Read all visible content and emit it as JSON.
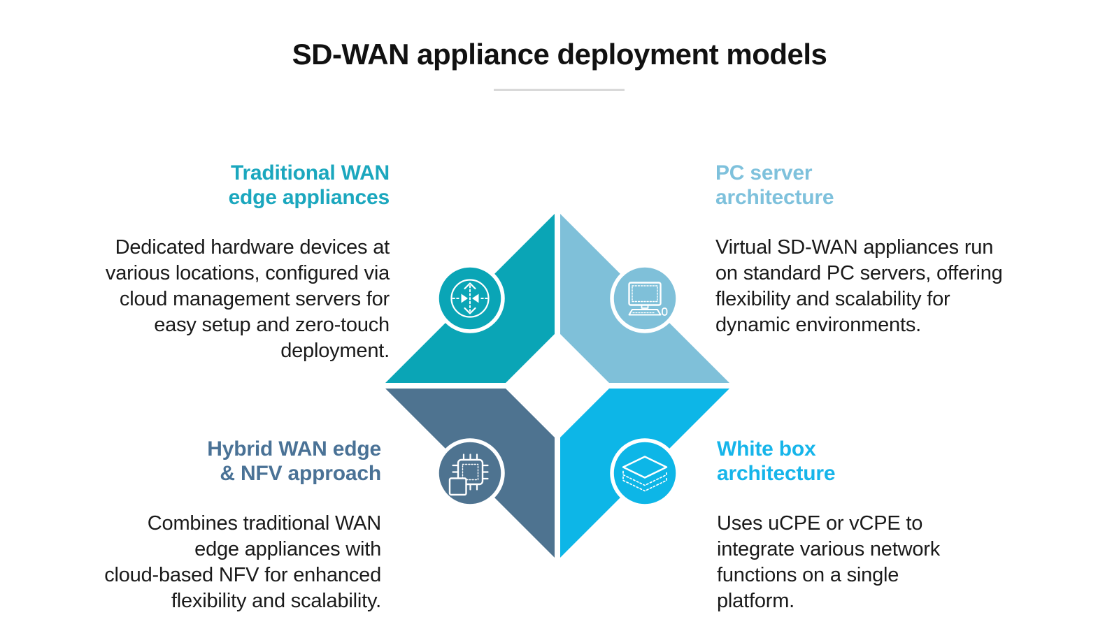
{
  "title": "SD-WAN appliance deployment models",
  "colors": {
    "title": "#111111",
    "body_text": "#1A1A1A",
    "divider": "#D9D9D9",
    "background": "#FFFFFF",
    "icon_stroke": "#FFFFFF"
  },
  "quadrants": {
    "traditional": {
      "heading_lines": [
        "Traditional WAN",
        "edge appliances"
      ],
      "heading_color": "#1BA7BE",
      "fill_color": "#0AA5B6",
      "icon": "router-arrows-icon",
      "body_lines": [
        "Dedicated hardware devices at",
        "various locations, configured via",
        "cloud management servers for",
        "easy setup and zero-touch",
        "deployment."
      ]
    },
    "pc_server": {
      "heading_lines": [
        "PC server",
        "architecture"
      ],
      "heading_color": "#7EC1DC",
      "fill_color": "#7FC0D9",
      "icon": "desktop-computer-icon",
      "body_lines": [
        "Virtual SD-WAN appliances run",
        "on standard PC servers, offering",
        "flexibility and scalability for",
        "dynamic environments."
      ]
    },
    "hybrid": {
      "heading_lines": [
        "Hybrid WAN edge",
        "& NFV approach"
      ],
      "heading_color": "#4A7296",
      "fill_color": "#4E7390",
      "icon": "cpu-chip-icon",
      "body_lines": [
        "Combines traditional WAN",
        "edge appliances with",
        "cloud-based NFV for enhanced",
        "flexibility and scalability."
      ]
    },
    "white_box": {
      "heading_lines": [
        "White box",
        "architecture"
      ],
      "heading_color": "#16B5EA",
      "fill_color": "#0DB6E7",
      "icon": "layers-stack-icon",
      "body_lines": [
        "Uses uCPE or vCPE to",
        "integrate various network",
        "functions on a single",
        "platform."
      ]
    }
  }
}
